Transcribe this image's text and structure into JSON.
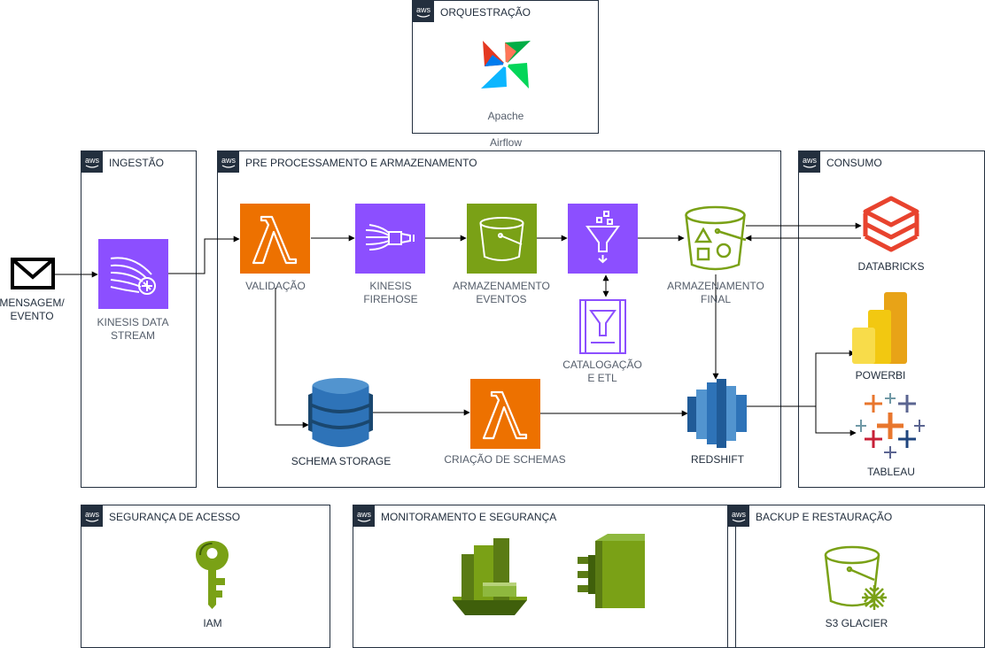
{
  "groups": {
    "orchestration": "ORQUESTRAÇÃO",
    "ingestion": "INGESTÃO",
    "preprocessing": "PRE PROCESSAMENTO E ARMAZENAMENTO",
    "consumption": "CONSUMO",
    "access_security": "SEGURANÇA DE ACESSO",
    "monitoring": "MONITORAMENTO E SEGURANÇA",
    "backup": "BACKUP E RESTAURAÇÃO"
  },
  "aws_badge": "aws",
  "nodes": {
    "airflow_line1": "Apache",
    "airflow_line2": "Airflow",
    "message": "MENSAGEM/\nEVENTO",
    "kinesis_stream": "KINESIS DATA\nSTREAM",
    "validation": "VALIDAÇÃO",
    "firehose": "KINESIS\nFIREHOSE",
    "events_storage": "ARMAZENAMENTO\nEVENTOS",
    "final_storage": "ARMAZENAMENTO\nFINAL",
    "cataloging": "CATALOGAÇÃO\nE ETL",
    "schema_storage": "SCHEMA STORAGE",
    "schema_creation": "CRIAÇÃO DE SCHEMAS",
    "redshift": "REDSHIFT",
    "databricks": "DATABRICKS",
    "powerbi": "POWERBI",
    "tableau": "TABLEAU",
    "iam": "IAM",
    "glacier": "S3 GLACIER"
  },
  "colors": {
    "lambda": "#ED7100",
    "analytics": "#8C4FFF",
    "storage": "#7AA116",
    "database": "#2E73B8",
    "security": "#7AA116",
    "databricks": "#E8432E",
    "powerbi": "#F2C811",
    "border": "#232f3e"
  }
}
